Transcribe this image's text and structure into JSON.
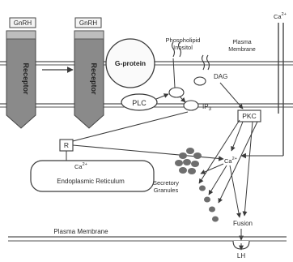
{
  "labels": {
    "gnrh_left": "GnRH",
    "gnrh_right": "GnRH",
    "receptor_left": "Receptor",
    "receptor_right": "Receptor",
    "g_protein": "G-protein",
    "phospholipid": "Phospholipid",
    "inositol": "Inositol",
    "plasma_membrane_top_1": "Plasma",
    "plasma_membrane_top_2": "Membrane",
    "dag": "DAG",
    "plc": "PLC",
    "ip3_base": "IP",
    "ip3_sub": "3",
    "pkc": "PKC",
    "r_box": "R",
    "ca_er": "Ca",
    "ca_er_sup": "2+",
    "er": "Endoplasmic Reticulum",
    "ca_center": "Ca",
    "ca_center_sup": "2+",
    "ca_top_right": "Ca",
    "ca_top_right_sup": "2+",
    "secretory_1": "Secretory",
    "secretory_2": "Granules",
    "fusion": "Fusion",
    "plasma_membrane_bottom": "Plasma Membrane",
    "lh": "LH"
  },
  "colors": {
    "receptor_fill": "#8a8a8a",
    "receptor_dark": "#5e5e5e",
    "granule": "#6e6e6e",
    "line": "#3a3a3a"
  }
}
